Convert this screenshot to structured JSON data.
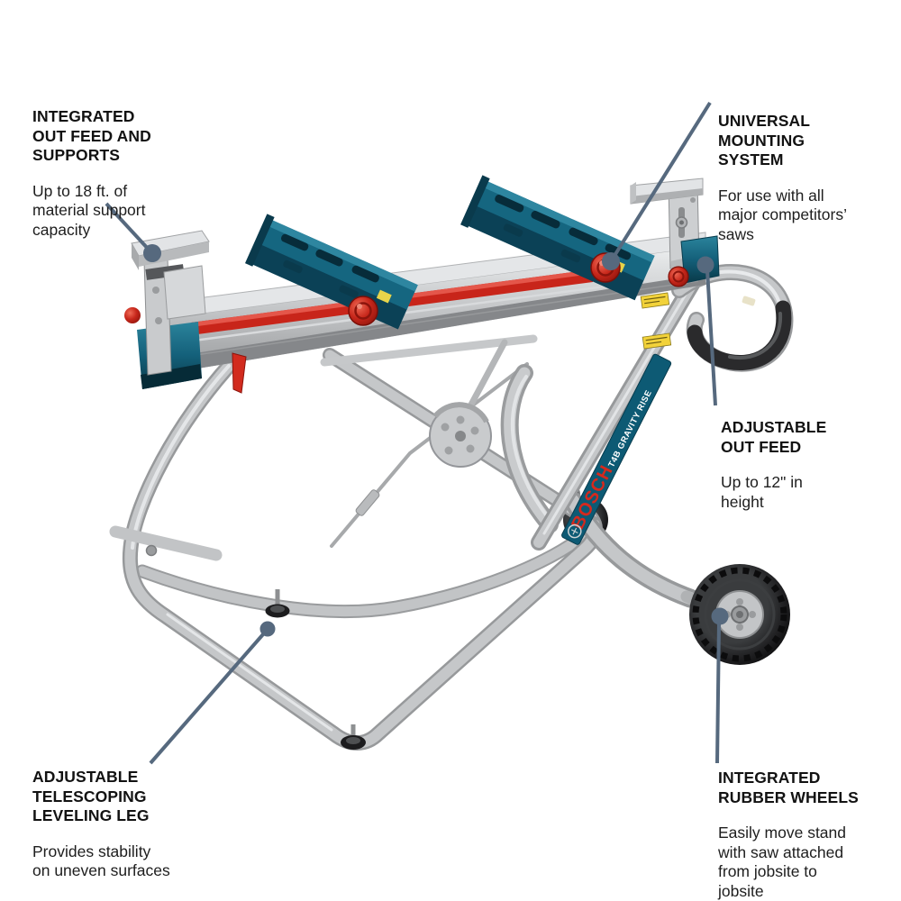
{
  "product": {
    "name": "gravity-rise-wheeled-miter-saw-stand",
    "brand": "BOSCH",
    "model_label": "T4B GRAVITY RISE"
  },
  "colors": {
    "callout": "#56697e",
    "title_text": "#121212",
    "body_text": "#1e1e1e",
    "bosch_red": "#d5291d",
    "bracket_teal": "#14607a",
    "knob_red": "#c7271b",
    "frame_silver": "#c2c4c6",
    "tire_black": "#1f1f21",
    "warning_yellow": "#f2d23a"
  },
  "callouts": [
    {
      "id": "integrated-out-feed-supports",
      "title": "INTEGRATED\nOUT FEED AND\nSUPPORTS",
      "body": "Up to 18 ft. of\nmaterial support\ncapacity"
    },
    {
      "id": "universal-mounting-system",
      "title": "UNIVERSAL\nMOUNTING\nSYSTEM",
      "body": "For use with all\nmajor competitors’\nsaws"
    },
    {
      "id": "adjustable-out-feed",
      "title": "ADJUSTABLE\nOUT FEED",
      "body": "Up to 12\" in\nheight"
    },
    {
      "id": "adjustable-telescoping-leveling-leg",
      "title": "ADJUSTABLE\nTELESCOPING\nLEVELING LEG",
      "body": "Provides stability\non uneven surfaces"
    },
    {
      "id": "integrated-rubber-wheels",
      "title": "INTEGRATED\nRUBBER WHEELS",
      "body": "Easily move stand\nwith saw attached\nfrom jobsite to\njobsite"
    }
  ]
}
